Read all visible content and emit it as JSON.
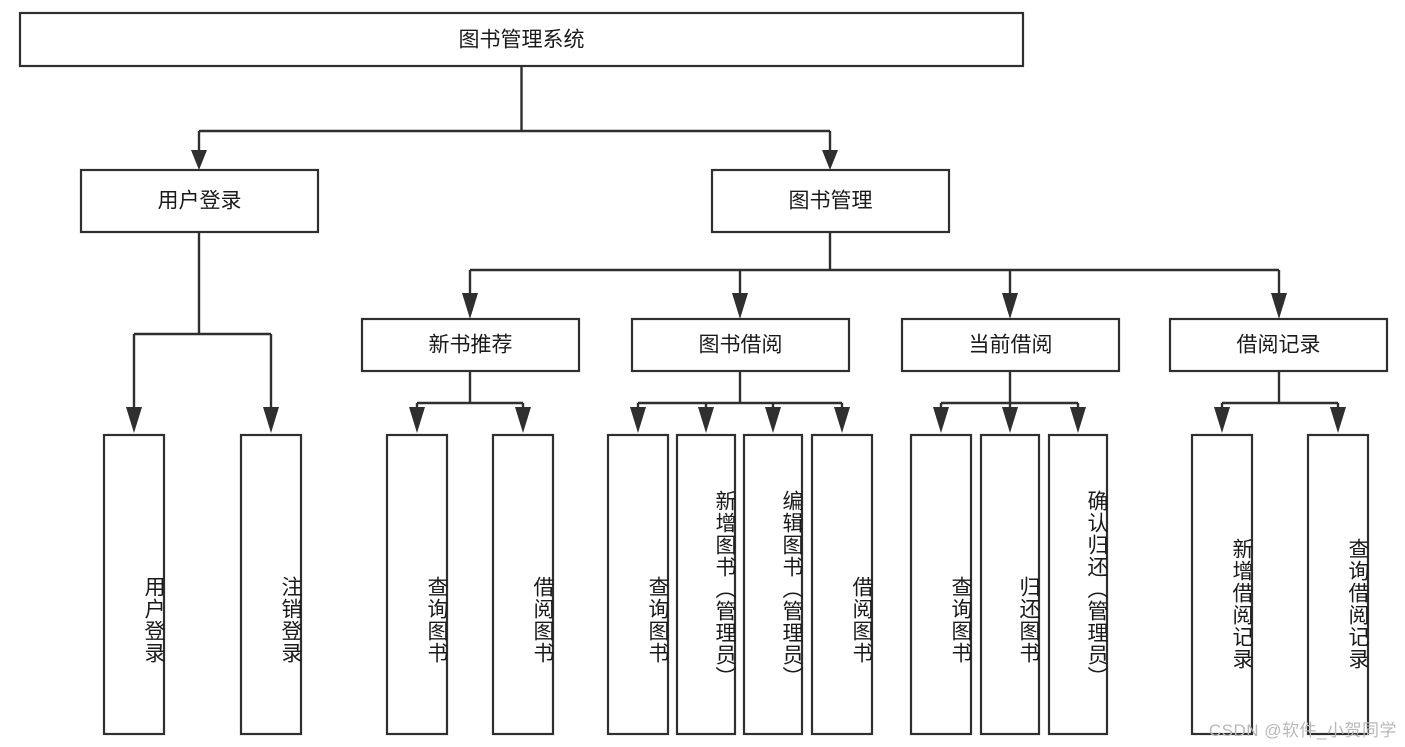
{
  "diagram": {
    "type": "tree-hierarchy",
    "title": "图书管理系统",
    "watermark": "CSDN @软件_小贺同学",
    "levels": {
      "root": {
        "label": "图书管理系统",
        "orientation": "horizontal"
      },
      "level2": [
        {
          "label": "用户登录",
          "orientation": "horizontal"
        },
        {
          "label": "图书管理",
          "orientation": "horizontal"
        }
      ],
      "level3": [
        {
          "label": "新书推荐",
          "orientation": "horizontal",
          "parent": "图书管理"
        },
        {
          "label": "图书借阅",
          "orientation": "horizontal",
          "parent": "图书管理"
        },
        {
          "label": "当前借阅",
          "orientation": "horizontal",
          "parent": "图书管理"
        },
        {
          "label": "借阅记录",
          "orientation": "horizontal",
          "parent": "图书管理"
        }
      ],
      "leaves": [
        {
          "label": "用户登录",
          "orientation": "vertical",
          "parent": "用户登录"
        },
        {
          "label": "注销登录",
          "orientation": "vertical",
          "parent": "用户登录"
        },
        {
          "label": "查询图书",
          "orientation": "vertical",
          "parent": "新书推荐"
        },
        {
          "label": "借阅图书",
          "orientation": "vertical",
          "parent": "新书推荐"
        },
        {
          "label": "查询图书",
          "orientation": "vertical",
          "parent": "图书借阅"
        },
        {
          "label": "新增图书（管理员）",
          "orientation": "vertical",
          "parent": "图书借阅"
        },
        {
          "label": "编辑图书（管理员）",
          "orientation": "vertical",
          "parent": "图书借阅"
        },
        {
          "label": "借阅图书",
          "orientation": "vertical",
          "parent": "图书借阅"
        },
        {
          "label": "查询图书",
          "orientation": "vertical",
          "parent": "当前借阅"
        },
        {
          "label": "归还图书",
          "orientation": "vertical",
          "parent": "当前借阅"
        },
        {
          "label": "确认归还（管理员）",
          "orientation": "vertical",
          "parent": "当前借阅"
        },
        {
          "label": "新增借阅记录",
          "orientation": "vertical",
          "parent": "借阅记录"
        },
        {
          "label": "查询借阅记录",
          "orientation": "vertical",
          "parent": "借阅记录"
        }
      ]
    },
    "colors": {
      "box_stroke": "#2f2f2f",
      "box_fill": "#ffffff",
      "connector": "#2f2f2f",
      "text": "#1a1a1a",
      "watermark": "#b9b9b9",
      "background": "#ffffff"
    }
  }
}
